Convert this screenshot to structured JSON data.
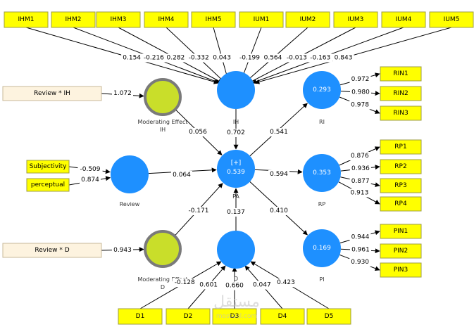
{
  "indicators_top": [
    {
      "id": "IHM1",
      "label": "IHM1",
      "weight": "0.154"
    },
    {
      "id": "IHM2",
      "label": "IHM2",
      "weight": "-0.216"
    },
    {
      "id": "IHM3",
      "label": "IHM3",
      "weight": "0.282"
    },
    {
      "id": "IHM4",
      "label": "IHM4",
      "weight": "-0.332"
    },
    {
      "id": "IHM5",
      "label": "IHM5",
      "weight": "0.043"
    },
    {
      "id": "IUM1",
      "label": "IUM1",
      "weight": "-0.199"
    },
    {
      "id": "IUM2",
      "label": "IUM2",
      "weight": "0.564"
    },
    {
      "id": "IUM3",
      "label": "IUM3",
      "weight": "-0.013"
    },
    {
      "id": "IUM4",
      "label": "IUM4",
      "weight": "-0.163"
    },
    {
      "id": "IUM5",
      "label": "IUM5",
      "weight": "0.843"
    }
  ],
  "indicators_bottom": [
    {
      "id": "D1",
      "label": "D1",
      "weight": "-0.128"
    },
    {
      "id": "D2",
      "label": "D2",
      "weight": "0.601"
    },
    {
      "id": "D3",
      "label": "D3",
      "weight": "0.660"
    },
    {
      "id": "D4",
      "label": "D4",
      "weight": "0.047"
    },
    {
      "id": "D5",
      "label": "D5",
      "weight": "0.423"
    }
  ],
  "indicators_review": [
    {
      "id": "subjectivity",
      "label": "Subjectivity",
      "weight": "-0.509"
    },
    {
      "id": "perceptual",
      "label": "perceptual",
      "weight": "0.874"
    }
  ],
  "moderator_boxes": [
    {
      "id": "review-ih",
      "label": "Review * IH",
      "weight": "1.072"
    },
    {
      "id": "review-d",
      "label": "Review * D",
      "weight": "0.943"
    }
  ],
  "outcome_indicators": {
    "RI": [
      {
        "label": "RIN1",
        "loading": "0.972"
      },
      {
        "label": "RIN2",
        "loading": "0.980"
      },
      {
        "label": "RIN3",
        "loading": "0.978"
      }
    ],
    "RP": [
      {
        "label": "RP1",
        "loading": "0.876"
      },
      {
        "label": "RP2",
        "loading": "0.936"
      },
      {
        "label": "RP3",
        "loading": "0.877"
      },
      {
        "label": "RP4",
        "loading": "0.913"
      }
    ],
    "PI": [
      {
        "label": "PIN1",
        "loading": "0.944"
      },
      {
        "label": "PIN2",
        "loading": "0.961"
      },
      {
        "label": "PIN3",
        "loading": "0.930"
      }
    ]
  },
  "nodes": {
    "IH": {
      "label": "IH"
    },
    "PA": {
      "label": "PA",
      "value": "0.539",
      "badge": "[+]"
    },
    "D": {
      "label": "D"
    },
    "Review": {
      "label": "Review"
    },
    "ModIH": {
      "label_line1": "Moderating Effect",
      "label_line2": "IH"
    },
    "ModD": {
      "label_line1": "Moderating Effect",
      "label_line2": "D"
    },
    "RI": {
      "label": "RI",
      "value": "0.293"
    },
    "RP": {
      "label": "RP",
      "value": "0.353"
    },
    "PI": {
      "label": "PI",
      "value": "0.169"
    }
  },
  "paths": {
    "IH_PA": "0.702",
    "ModIH_PA": "0.056",
    "Review_PA": "0.064",
    "ModD_PA": "-0.171",
    "D_PA": "0.137",
    "PA_RI": "0.541",
    "PA_RP": "0.594",
    "PA_PI": "0.410"
  },
  "watermark": {
    "text": "مستقل",
    "subtext": "mostaql.com"
  }
}
